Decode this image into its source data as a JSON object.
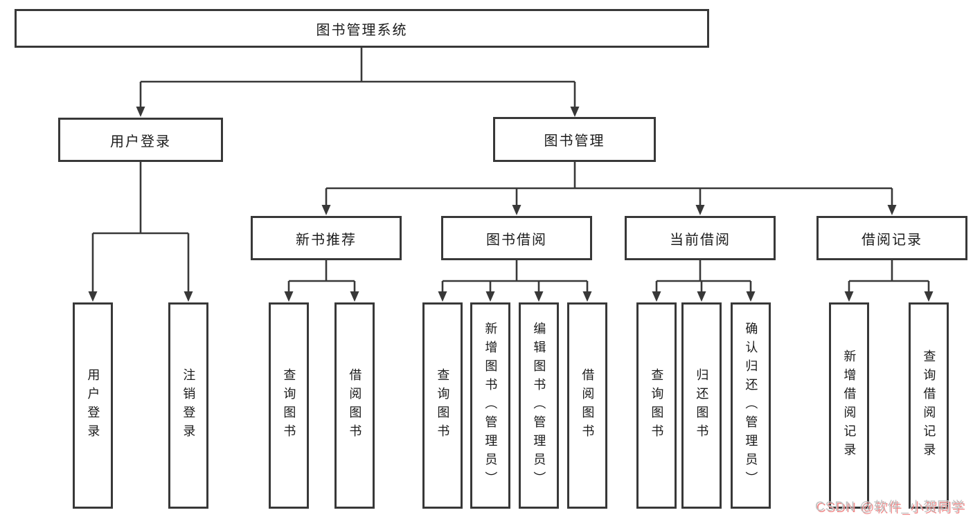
{
  "colors": {
    "line": "#383838",
    "box_border": "#383838",
    "text": "#1b1b1b",
    "background": "#ffffff",
    "watermark_text": "#c2c2c2",
    "watermark_shadow": "#ef8a8a"
  },
  "watermark": {
    "text": "CSDN @软件_小贺同学"
  },
  "tree": {
    "label": "图书管理系统",
    "children": [
      {
        "label": "用户登录",
        "children": [
          {
            "label": "用户登录"
          },
          {
            "label": "注销登录"
          }
        ]
      },
      {
        "label": "图书管理",
        "children": [
          {
            "label": "新书推荐",
            "children": [
              {
                "label": "查询图书"
              },
              {
                "label": "借阅图书"
              }
            ]
          },
          {
            "label": "图书借阅",
            "children": [
              {
                "label": "查询图书"
              },
              {
                "label": "新增图书（管理员）"
              },
              {
                "label": "编辑图书（管理员）"
              },
              {
                "label": "借阅图书"
              }
            ]
          },
          {
            "label": "当前借阅",
            "children": [
              {
                "label": "查询图书"
              },
              {
                "label": "归还图书"
              },
              {
                "label": "确认归还（管理员）"
              }
            ]
          },
          {
            "label": "借阅记录",
            "children": [
              {
                "label": "新增借阅记录"
              },
              {
                "label": "查询借阅记录"
              }
            ]
          }
        ]
      }
    ]
  }
}
